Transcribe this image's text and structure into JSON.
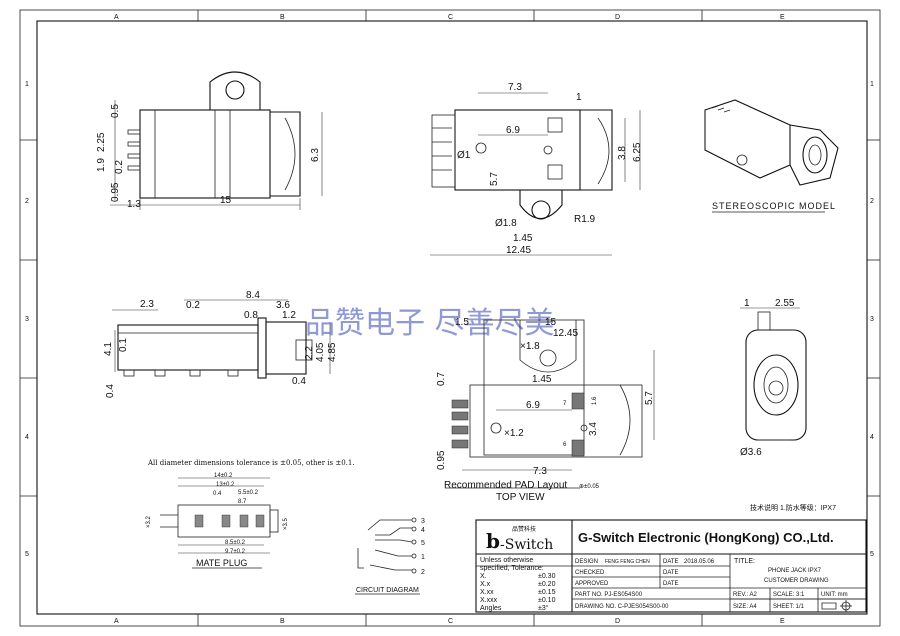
{
  "border": {
    "columns": [
      "A",
      "B",
      "C",
      "D",
      "E"
    ],
    "rows": [
      "1",
      "2",
      "3",
      "4",
      "5"
    ]
  },
  "views": {
    "stereoscopic_label": "STEREOSCOPIC MODEL",
    "top_view_label": "TOP VIEW",
    "pad_layout_label": "Recommended PAD Layout",
    "pad_layout_tol": "⊕±0.05",
    "mate_plug_label": "MATE PLUG",
    "circuit_label": "CIRCUIT DIAGRAM",
    "tolerance_note": "All diameter dimensions tolerance is ±0.05, other is ±0.1.",
    "tech_note": "技术说明 1.防水等级：IPX7"
  },
  "watermark": "品赞电子  尽善尽美",
  "dims": {
    "front": [
      "0.5",
      "2.25",
      "1.9",
      "0.2",
      "0.95",
      "1.3",
      "15",
      "6.3"
    ],
    "top": [
      "7.3",
      "1",
      "6.9",
      "Ø1",
      "3.8",
      "6.25",
      "5.7",
      "Ø1.8",
      "R1.9",
      "1.45",
      "12.45"
    ],
    "side": [
      "8.4",
      "2.3",
      "0.2",
      "3.6",
      "0.8",
      "1.2",
      "0.1",
      "4.1",
      "2.2",
      "4.05",
      "4.85",
      "0.4",
      "0.4"
    ],
    "pad": [
      "1.5",
      "15",
      "12.45",
      "×1.8",
      "1.45",
      "0.7",
      "6.9",
      "×1.2",
      "3.4",
      "0.95",
      "7.3",
      "5.7",
      "1.6",
      "7",
      "6"
    ],
    "rear": [
      "1",
      "2.55",
      "Ø3.6"
    ],
    "plug": [
      "14±0.2",
      "13±0.2",
      "0.4",
      "8.7",
      "5.5±0.2",
      "8.5±0.2",
      "9.7±0.2",
      "×3.2",
      "×3.5"
    ],
    "circuit_pins": [
      "3",
      "4",
      "5",
      "1",
      "2"
    ]
  },
  "title_block": {
    "logo_cn": "品赞科技",
    "logo_en": "-Switch",
    "company": "G-Switch Electronic (HongKong) CO.,Ltd.",
    "tolerance_heading_1": "Unless otherwise",
    "tolerance_heading_2": "specified, Tolerance:",
    "tolerances": [
      {
        "k": "X.",
        "v": "±0.30"
      },
      {
        "k": "X.x",
        "v": "±0.20"
      },
      {
        "k": "X.xx",
        "v": "±0.15"
      },
      {
        "k": "X.xxx",
        "v": "±0.10"
      },
      {
        "k": "Angles",
        "v": "±3°"
      }
    ],
    "design_label": "DESIGN",
    "design_value": "FENG FENG CHEN",
    "date_label": "DATE",
    "date_value": "2018.05.06",
    "checked_label": "CHECKED",
    "approved_label": "APPROVED",
    "part_no": "PART NO. PJ-ES054S00",
    "drawing_no": "DRAWING NO. C-PJES054S00-00",
    "title_label": "TITLE:",
    "title_1": "PHONE JACK IPX7",
    "title_2": "CUSTOMER DRAWING",
    "rev": "REV.:  A2",
    "scale": "SCALE:  3:1",
    "unit": "UNIT:    mm",
    "size": "SIZE:  A4",
    "sheet": "SHEET:  1/1"
  }
}
